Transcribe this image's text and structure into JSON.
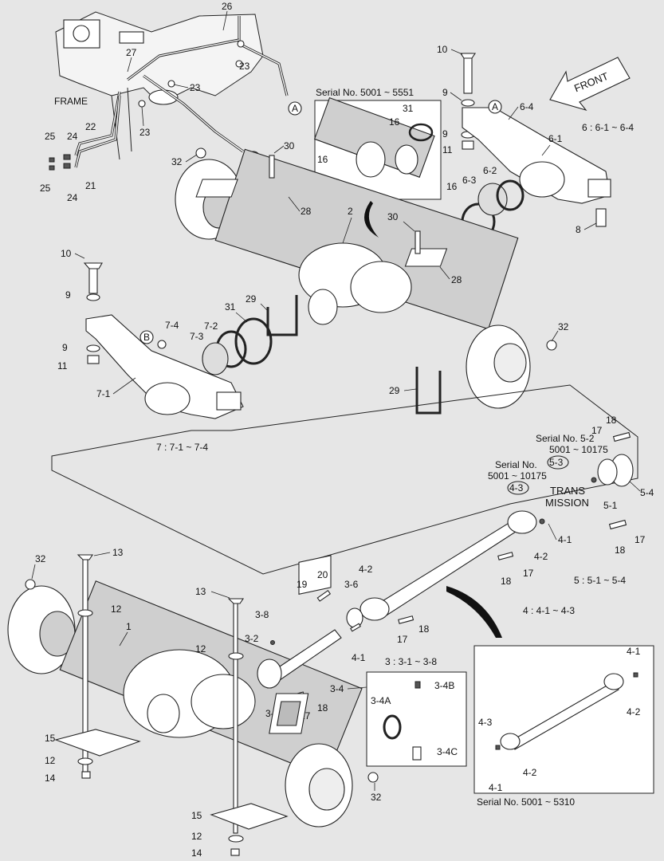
{
  "labels": {
    "frame": "FRAME",
    "front": "FRONT",
    "trans_1": "TRANS",
    "trans_2": "MISSION",
    "serial_top": "Serial No. 5001 ~ 5551",
    "serial_bottom": "Serial No. 5001 ~ 5310",
    "serial_52_a": "Serial No. 5-2",
    "serial_52_b": "5001 ~ 10175",
    "serial_53_a": "Serial No.",
    "serial_53_b": "5001 ~ 10175"
  },
  "groups": {
    "g6": "6  : 6-1 ~ 6-4",
    "g7": "7  : 7-1 ~ 7-4",
    "g5": "5  : 5-1 ~ 5-4",
    "g4": "4  : 4-1 ~ 4-3",
    "g3": "3  : 3-1 ~ 3-8"
  },
  "callouts": {
    "c26": "26",
    "c27": "27",
    "c23a": "23",
    "c23b": "23",
    "c23c": "23",
    "c22": "22",
    "c25a": "25",
    "c24a": "24",
    "c21": "21",
    "c25b": "25",
    "c24b": "24",
    "cA1": "A",
    "cB1": "B",
    "c30a": "30",
    "c32a": "32",
    "c28a": "28",
    "c2": "2",
    "c16a": "16",
    "c31a": "31",
    "c16b": "16",
    "c10a": "10",
    "c9a": "9",
    "cA2": "A",
    "c64": "6-4",
    "c9b": "9",
    "c11a": "11",
    "c61": "6-1",
    "c62": "6-2",
    "c63": "6-3",
    "c16c": "16",
    "c8": "8",
    "c30b": "30",
    "c28b": "28",
    "c10b": "10",
    "c9c": "9",
    "c9d": "9",
    "c11b": "11",
    "cB2": "B",
    "c74": "7-4",
    "c72": "7-2",
    "c73": "7-3",
    "c71": "7-1",
    "c31b": "31",
    "c29a": "29",
    "c29b": "29",
    "c32b": "32",
    "c17a": "17",
    "c18a": "18",
    "c54": "5-4",
    "c51": "5-1",
    "c53": "5-3",
    "c43a": "4-3",
    "c18b": "18",
    "c17b": "17",
    "c41a": "4-1",
    "c42a": "4-2",
    "c17c": "17",
    "c18c": "18",
    "c32c": "32",
    "c13a": "13",
    "c12a": "12",
    "c1": "1",
    "c13b": "13",
    "c12b": "12",
    "c20": "20",
    "c19": "19",
    "c36": "3-6",
    "c42b": "4-2",
    "c38": "3-8",
    "c32": "3-2",
    "c41b": "4-1",
    "c17d": "17",
    "c18d": "18",
    "c31": "3-1",
    "c17e": "17",
    "c18e": "18",
    "c34": "3-4",
    "c34b": "3-4B",
    "c34a": "3-4A",
    "c34c": "3-4C",
    "c15a": "15",
    "c12c": "12",
    "c14a": "14",
    "c32d": "32",
    "c15b": "15",
    "c12d": "12",
    "c14b": "14",
    "c41c": "4-1",
    "c42c": "4-2",
    "c43b": "4-3",
    "c42d": "4-2",
    "c41d": "4-1"
  }
}
